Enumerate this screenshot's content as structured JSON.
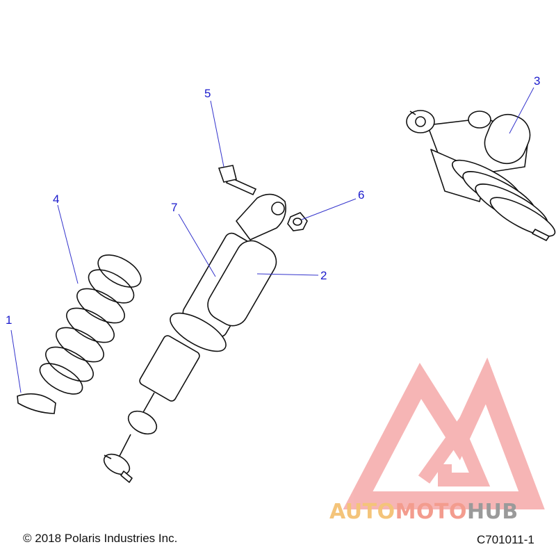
{
  "callouts": {
    "c1": "1",
    "c2": "2",
    "c3": "3",
    "c4": "4",
    "c5": "5",
    "c6": "6",
    "c7": "7"
  },
  "footer": {
    "copyright": "© 2018 Polaris Industries Inc.",
    "code": "C701011-1"
  },
  "watermark": {
    "word_auto": "AUTO",
    "word_moto": "MOTO",
    "word_hub": "HUB"
  },
  "colors": {
    "callout": "#1a1acc",
    "leader": "#3333cc",
    "logo_red": "#f07a7a",
    "brand_auto": "#f4c47a",
    "brand_moto": "#f39c8e",
    "brand_hub": "#9a9a9a"
  }
}
